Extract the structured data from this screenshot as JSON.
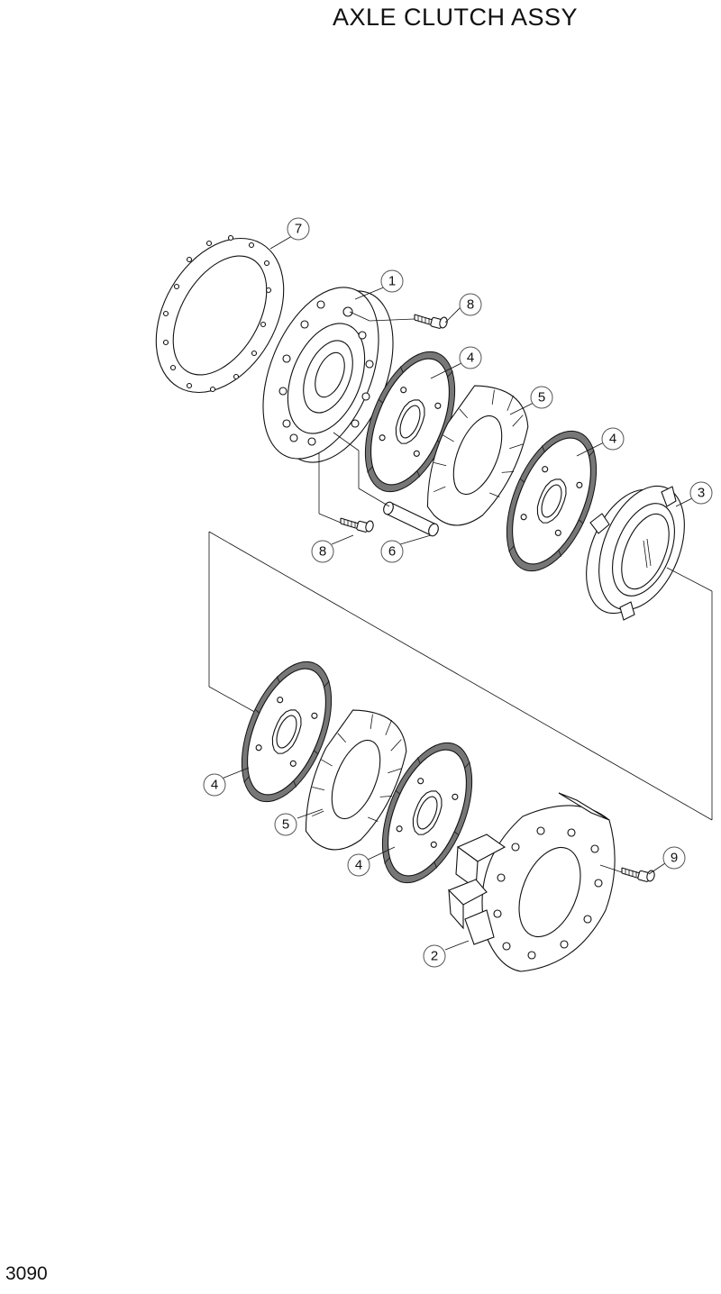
{
  "title": "AXLE CLUTCH ASSY",
  "page_number": "3090",
  "callouts": [
    "7",
    "1",
    "8",
    "4",
    "5",
    "4",
    "3",
    "8",
    "6",
    "4",
    "5",
    "4",
    "9",
    "2"
  ]
}
